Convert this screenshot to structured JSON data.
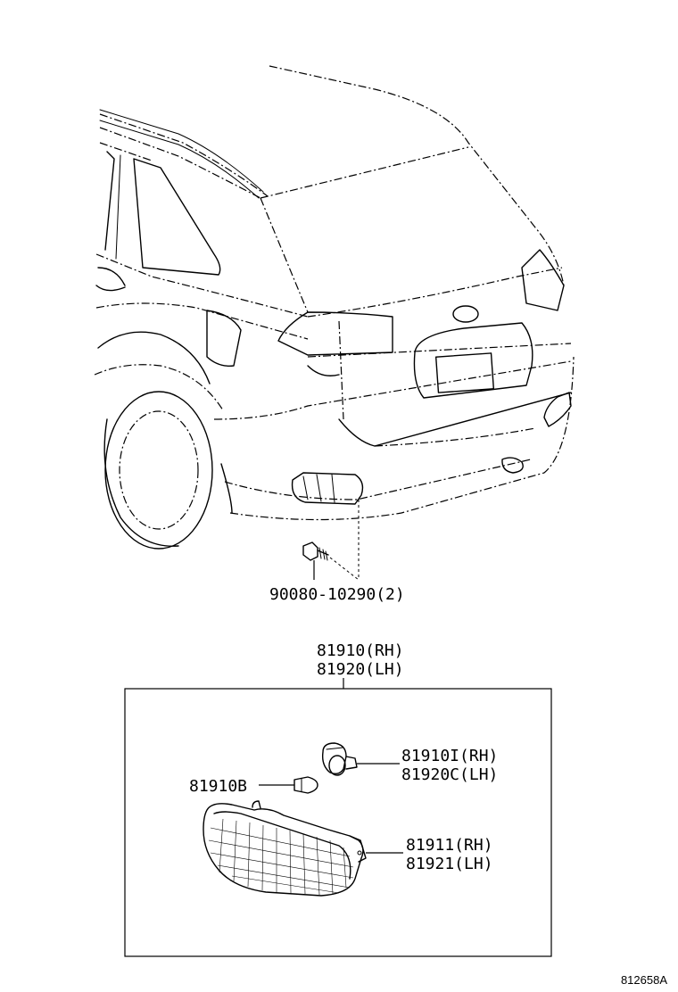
{
  "labels": {
    "bolt": "90080-10290(2)",
    "assembly_rh": "81910(RH)",
    "assembly_lh": "81920(LH)",
    "socket_rh": "81910I(RH)",
    "socket_lh": "81920C(LH)",
    "bulb": "81910B",
    "lens_rh": "81911(RH)",
    "lens_lh": "81921(LH)",
    "figure_ref": "812658A"
  }
}
